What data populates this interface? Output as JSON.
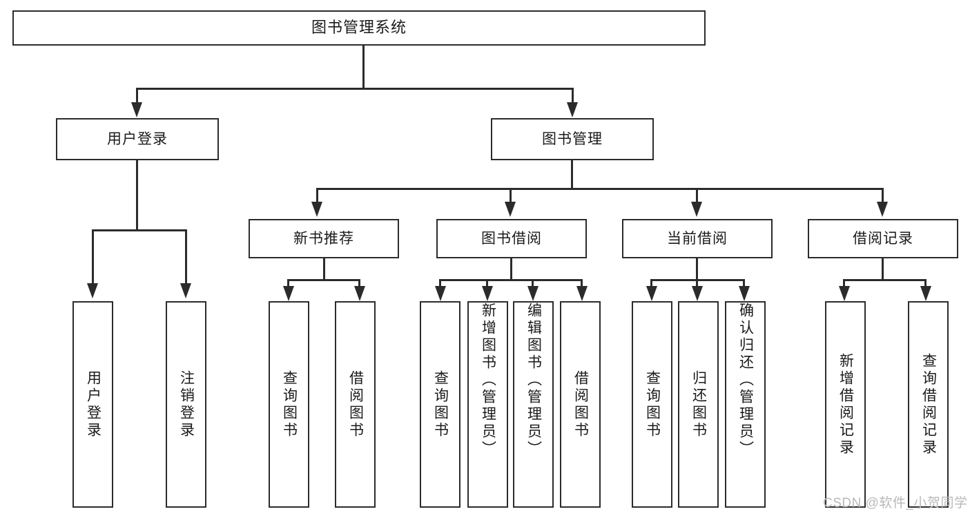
{
  "diagram": {
    "type": "tree-hierarchy",
    "title": "图书管理系统",
    "root": {
      "label": "图书管理系统"
    },
    "level2": [
      {
        "label": "用户登录"
      },
      {
        "label": "图书管理"
      }
    ],
    "level3": [
      {
        "label": "新书推荐"
      },
      {
        "label": "图书借阅"
      },
      {
        "label": "当前借阅"
      },
      {
        "label": "借阅记录"
      }
    ],
    "leaves": {
      "user_login": [
        {
          "label": "用户登录"
        },
        {
          "label": "注销登录"
        }
      ],
      "new_book_recommend": [
        {
          "label": "查询图书"
        },
        {
          "label": "借阅图书"
        }
      ],
      "book_borrow": [
        {
          "label": "查询图书"
        },
        {
          "label": "新增图书（管理员）"
        },
        {
          "label": "编辑图书（管理员）"
        },
        {
          "label": "借阅图书"
        }
      ],
      "current_borrow": [
        {
          "label": "查询图书"
        },
        {
          "label": "归还图书"
        },
        {
          "label": "确认归还（管理员）"
        }
      ],
      "borrow_record": [
        {
          "label": "新增借阅记录"
        },
        {
          "label": "查询借阅记录"
        }
      ]
    }
  },
  "watermark": {
    "text": "CSDN @软件_小贺同学"
  },
  "colors": {
    "stroke": "#2b2b2b",
    "fill": "#ffffff",
    "text": "#1a1a1a",
    "watermark": "#b9b9b9"
  }
}
